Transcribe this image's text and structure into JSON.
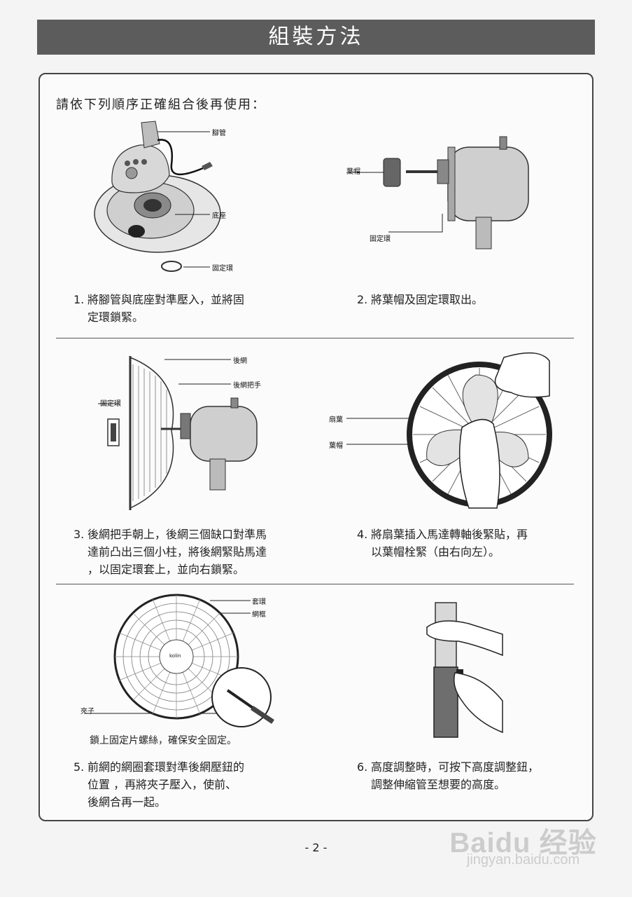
{
  "title": "組裝方法",
  "intro": "請依下列順序正確組合後再使用：",
  "labels": {
    "foot_pipe": "腳管",
    "base": "底座",
    "ring1": "固定環",
    "blade_cap": "葉帽",
    "ring2": "固定環",
    "rear_guard": "後網",
    "rear_handle": "後網把手",
    "ring3": "固定環",
    "blade": "扇葉",
    "cap2": "葉帽",
    "collar": "套環",
    "frame": "網框",
    "clip": "夾子",
    "brand": "kolin"
  },
  "steps": [
    {
      "num": "1.",
      "text": "將腳管與底座對準壓入，並將固\n定環鎖緊。"
    },
    {
      "num": "2.",
      "text": "將葉帽及固定環取出。"
    },
    {
      "num": "3.",
      "text": "後網把手朝上，後網三個缺口對準馬\n達前凸出三個小柱，將後網緊貼馬達\n，以固定環套上，並向右鎖緊。"
    },
    {
      "num": "4.",
      "text": "將扇葉插入馬達轉軸後緊貼，再\n以葉帽栓緊（由右向左）。"
    },
    {
      "num": "5.",
      "text": "前網的網圈套環對準後網壓鈕的\n位置 ，再將夾子壓入，使前、\n後網合再一起。"
    },
    {
      "num": "6.",
      "text": "高度調整時，可按下高度調整鈕，\n調整伸縮管至想要的高度。"
    }
  ],
  "note": "鎖上固定片螺絲，確保安全固定。",
  "page_number": "- 2 -",
  "watermark": {
    "logo": "Baidu 经验",
    "url": "jingyan.baidu.com"
  }
}
